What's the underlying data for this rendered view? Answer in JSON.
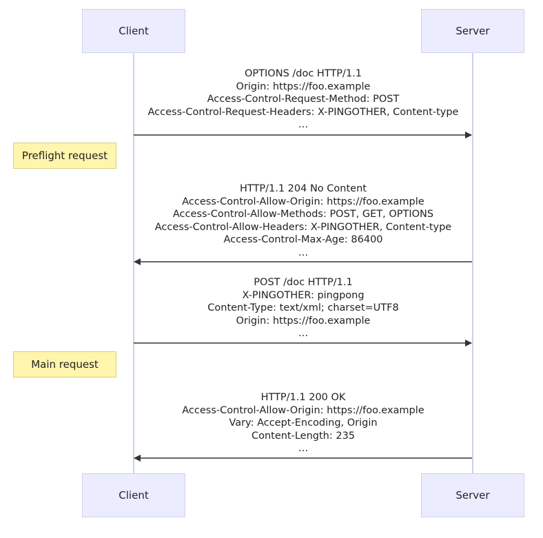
{
  "actors": {
    "client": "Client",
    "server": "Server"
  },
  "notes": {
    "preflight": "Preflight request",
    "main": "Main request"
  },
  "messages": [
    {
      "direction": "client-to-server",
      "lines": [
        "OPTIONS /doc HTTP/1.1",
        "Origin: https://foo.example",
        "Access-Control-Request-Method: POST",
        "Access-Control-Request-Headers: X-PINGOTHER, Content-type",
        "…"
      ]
    },
    {
      "direction": "server-to-client",
      "lines": [
        "HTTP/1.1 204 No Content",
        "Access-Control-Allow-Origin: https://foo.example",
        "Access-Control-Allow-Methods: POST, GET, OPTIONS",
        "Access-Control-Allow-Headers: X-PINGOTHER, Content-type",
        "Access-Control-Max-Age: 86400",
        "…"
      ]
    },
    {
      "direction": "client-to-server",
      "lines": [
        "POST /doc HTTP/1.1",
        "X-PINGOTHER: pingpong",
        "Content-Type: text/xml; charset=UTF8",
        "Origin: https://foo.example",
        "…"
      ]
    },
    {
      "direction": "server-to-client",
      "lines": [
        "HTTP/1.1 200 OK",
        "Access-Control-Allow-Origin: https://foo.example",
        "Vary: Accept-Encoding, Origin",
        "Content-Length: 235",
        "…"
      ]
    }
  ],
  "colors": {
    "actor_fill": "#ececff",
    "actor_border": "#cfd0f0",
    "note_fill": "#fff5ad",
    "note_border": "#d8cf78",
    "arrow": "#333333"
  }
}
